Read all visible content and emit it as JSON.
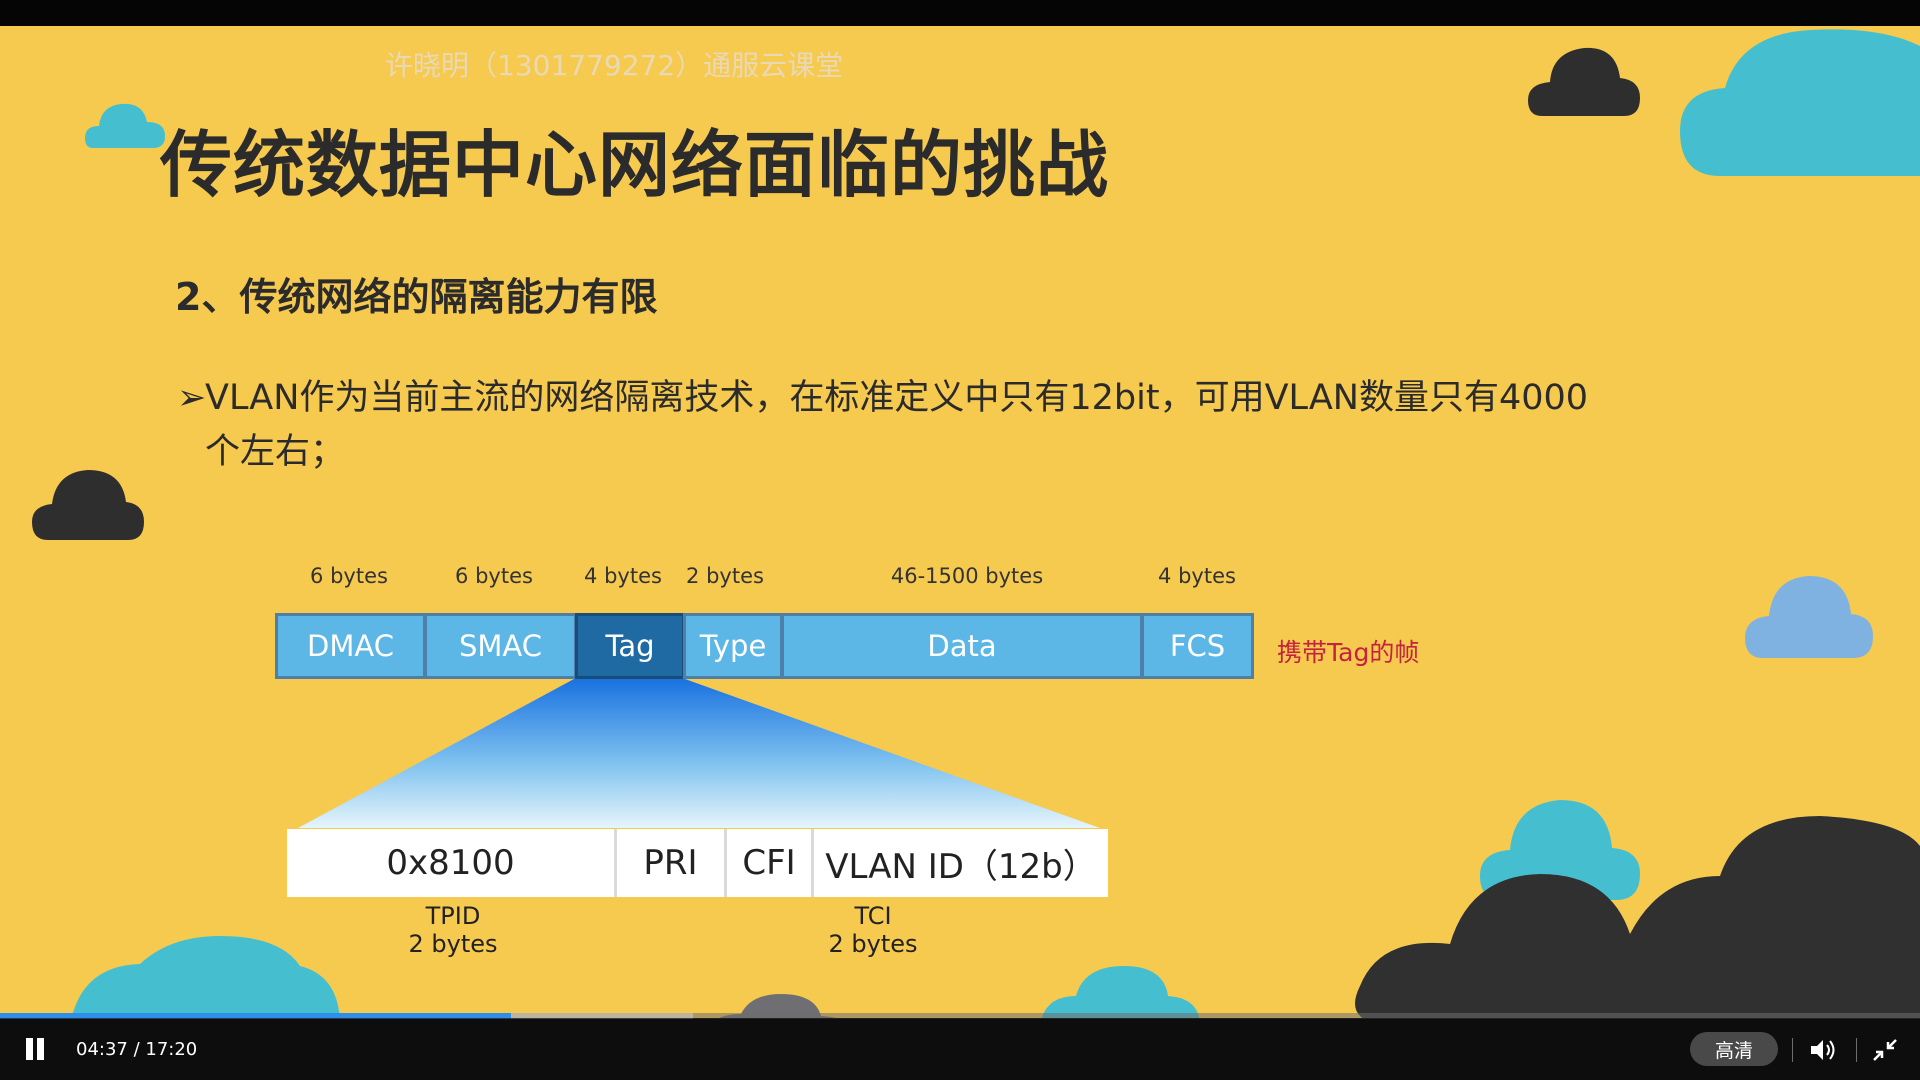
{
  "watermark": "许晓明（1301779272）通服云课堂",
  "slide": {
    "title": "传统数据中心网络面临的挑战",
    "subtitle": "2、传统网络的隔离能力有限",
    "bullet_arrow": "➢",
    "bullet_line1": "VLAN作为当前主流的网络隔离技术，在标准定义中只有12bit，可用VLAN数量只有4000",
    "bullet_line2": "个左右；"
  },
  "frame": {
    "fields": [
      {
        "name": "DMAC",
        "bytes": "6 bytes"
      },
      {
        "name": "SMAC",
        "bytes": "6 bytes"
      },
      {
        "name": "Tag",
        "bytes": "4 bytes"
      },
      {
        "name": "Type",
        "bytes": "2 bytes"
      },
      {
        "name": "Data",
        "bytes": "46-1500 bytes"
      },
      {
        "name": "FCS",
        "bytes": "4 bytes"
      }
    ],
    "label": "携带Tag的帧"
  },
  "tag": {
    "fields": [
      "0x8100",
      "PRI",
      "CFI",
      "VLAN ID（12b）"
    ],
    "tpid_label": "TPID",
    "tpid_bytes": "2 bytes",
    "tci_label": "TCI",
    "tci_bytes": "2 bytes"
  },
  "player": {
    "time": "04:37 / 17:20",
    "quality": "高清",
    "progress": 0.266,
    "buffered": 0.361,
    "accent_color": "#2f8fe8",
    "play_state_icon": "pause-icon",
    "volume_icon": "volume-icon",
    "fullscreen_icon": "exit-fullscreen-icon"
  },
  "colors": {
    "slide_bg": "#f6c94f",
    "frame_cell": "#5cb6e6",
    "tag_cell": "#1f6aa3",
    "frame_label": "#c4233f",
    "cloud_teal": "#45bfcf",
    "cloud_dark": "#333333",
    "cloud_blue": "#7fb2e0"
  }
}
